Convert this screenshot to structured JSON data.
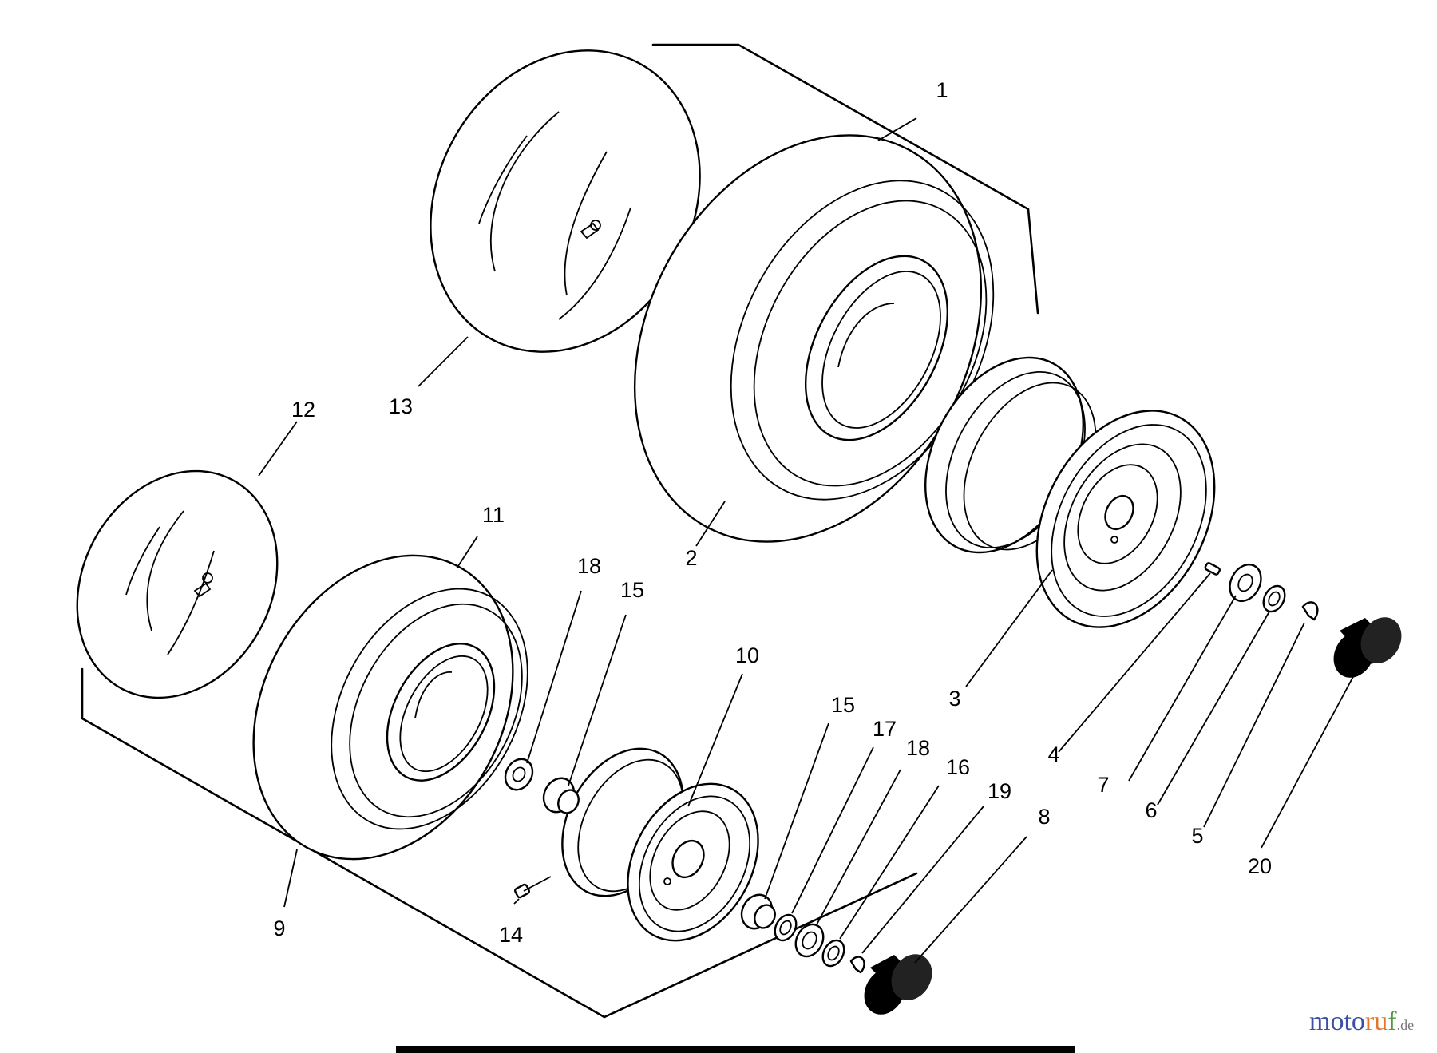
{
  "callouts": [
    {
      "id": "c1",
      "text": "1"
    },
    {
      "id": "c2",
      "text": "2"
    },
    {
      "id": "c3",
      "text": "3"
    },
    {
      "id": "c4",
      "text": "4"
    },
    {
      "id": "c5",
      "text": "5"
    },
    {
      "id": "c6",
      "text": "6"
    },
    {
      "id": "c7",
      "text": "7"
    },
    {
      "id": "c8",
      "text": "8"
    },
    {
      "id": "c9",
      "text": "9"
    },
    {
      "id": "c10",
      "text": "10"
    },
    {
      "id": "c11",
      "text": "11"
    },
    {
      "id": "c12",
      "text": "12"
    },
    {
      "id": "c13",
      "text": "13"
    },
    {
      "id": "c14",
      "text": "14"
    },
    {
      "id": "c15a",
      "text": "15"
    },
    {
      "id": "c15b",
      "text": "15"
    },
    {
      "id": "c16",
      "text": "16"
    },
    {
      "id": "c17",
      "text": "17"
    },
    {
      "id": "c18a",
      "text": "18"
    },
    {
      "id": "c18b",
      "text": "18"
    },
    {
      "id": "c19",
      "text": "19"
    },
    {
      "id": "c20",
      "text": "20"
    }
  ],
  "watermark": {
    "part1": "moto",
    "part2": "ru",
    "part3": "f",
    "suffix": ".de"
  }
}
